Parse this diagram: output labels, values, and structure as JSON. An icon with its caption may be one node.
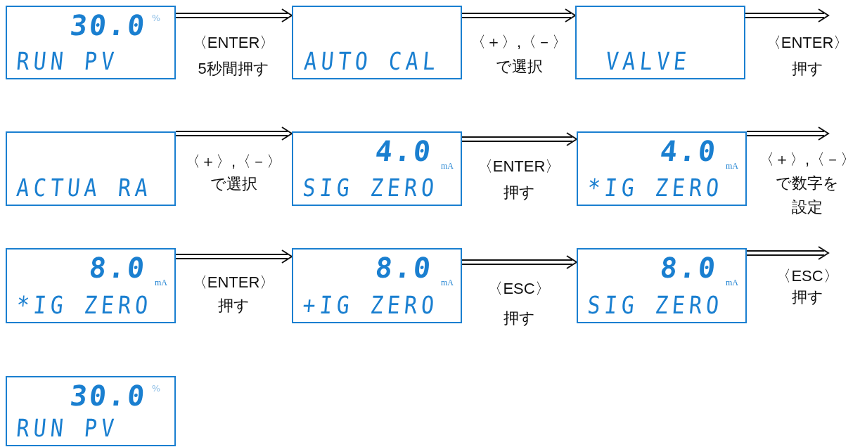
{
  "diagram": {
    "nodes": [
      {
        "text": [
          "30.0",
          "%",
          "RUN PV"
        ]
      },
      {
        "text": [
          "AUTO CAL"
        ]
      },
      {
        "text": [
          "VALVE"
        ]
      },
      {
        "text": [
          "ACTUA RA"
        ]
      },
      {
        "text": [
          "4.0",
          "mA",
          "SIG ZERO"
        ]
      },
      {
        "text": [
          "4.0",
          "mA",
          "*IG ZERO"
        ]
      },
      {
        "text": [
          "8.0",
          "mA",
          "*IG ZERO"
        ]
      },
      {
        "text": [
          "8.0",
          "mA",
          "+IG ZERO"
        ]
      },
      {
        "text": [
          "8.0",
          "mA",
          "SIG ZERO"
        ]
      },
      {
        "text": [
          "30.0",
          "%",
          "RUN PV"
        ]
      }
    ],
    "edges": [
      {
        "from": 0,
        "to": 1,
        "arrow": "to",
        "label": "〈ENTER〉5秒間押す"
      },
      {
        "from": 1,
        "to": 2,
        "arrow": "to",
        "label": "〈＋〉,〈－〉で選択"
      },
      {
        "from": 2,
        "to": null,
        "arrow": "to",
        "label": "〈ENTER〉押す"
      },
      {
        "from": 3,
        "to": 4,
        "arrow": "to",
        "label": "〈＋〉,〈－〉で選択"
      },
      {
        "from": 4,
        "to": 5,
        "arrow": "to",
        "label": "〈ENTER〉押す"
      },
      {
        "from": 5,
        "to": null,
        "arrow": "to",
        "label": "〈＋〉,〈－〉で数字を設定"
      },
      {
        "from": 6,
        "to": 7,
        "arrow": "to",
        "label": "〈ENTER〉押す"
      },
      {
        "from": 7,
        "to": 8,
        "arrow": "to",
        "label": "〈ESC〉押す"
      },
      {
        "from": 8,
        "to": null,
        "arrow": "to",
        "label": "〈ESC〉押す"
      }
    ]
  }
}
